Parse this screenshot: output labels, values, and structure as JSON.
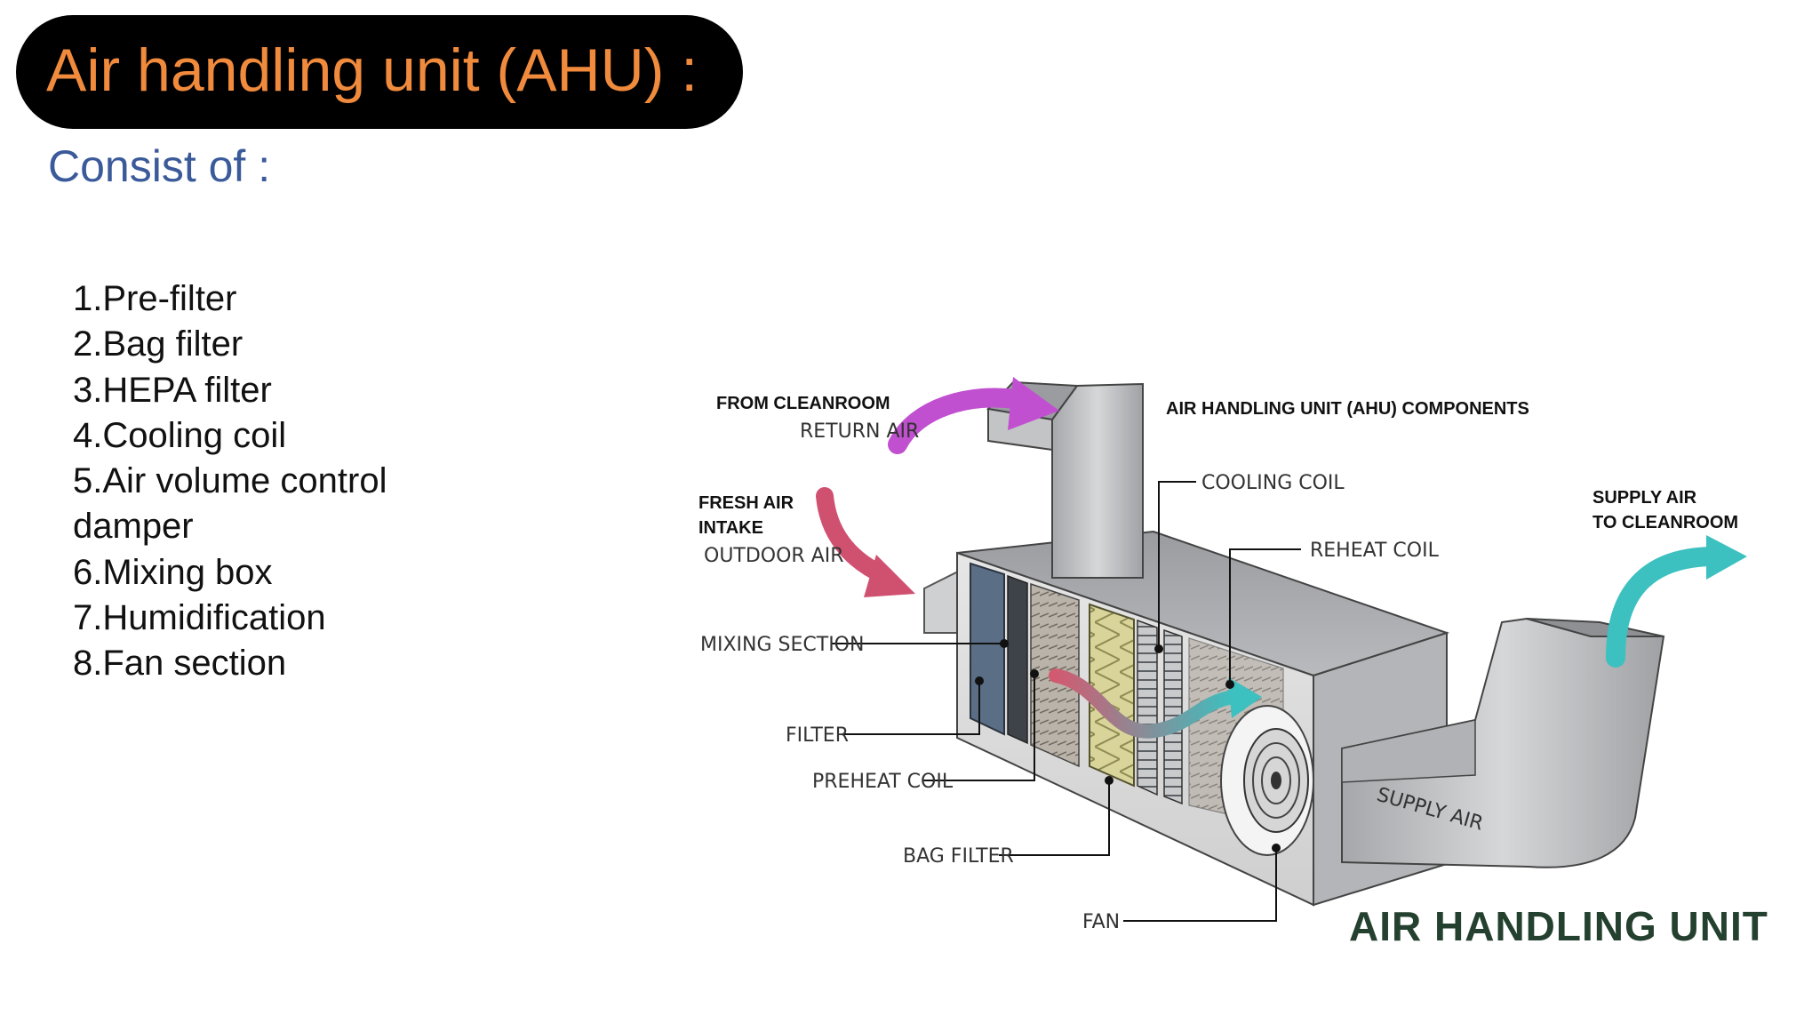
{
  "slide": {
    "title": "Air handling unit (AHU) :",
    "subtitle": "Consist of :",
    "components": [
      "1.Pre-filter",
      "2.Bag filter",
      "3.HEPA filter",
      "4.Cooling coil",
      "5.Air volume control damper",
      "6.Mixing box",
      "7.Humidification",
      "8.Fan section"
    ]
  },
  "diagram": {
    "heading": "AIR HANDLING UNIT (AHU) COMPONENTS",
    "caption": "AIR HANDLING UNIT",
    "labels": {
      "from_cleanroom": "FROM CLEANROOM",
      "return_air": "RETURN AIR",
      "fresh_air_line1": "FRESH AIR",
      "fresh_air_line2": "INTAKE",
      "outdoor_air": "OUTDOOR AIR",
      "supply_air_line1": "SUPPLY AIR",
      "supply_air_line2": "TO CLEANROOM",
      "cooling_coil": "COOLING COIL",
      "reheat_coil": "REHEAT COIL",
      "mixing_section": "MIXING SECTION",
      "filter": "FILTER",
      "preheat_coil": "PREHEAT COIL",
      "bag_filter": "BAG FILTER",
      "fan": "FAN",
      "supply_air_duct": "SUPPLY AIR"
    }
  },
  "colors": {
    "title_background": "#000000",
    "title_text": "#f08a3c",
    "subtitle_text": "#3a5a9a",
    "caption_text": "#24402e",
    "return_air_arrow": "#c050d0",
    "fresh_air_arrow": "#d05070",
    "supply_air_arrow": "#3cc0c0"
  }
}
